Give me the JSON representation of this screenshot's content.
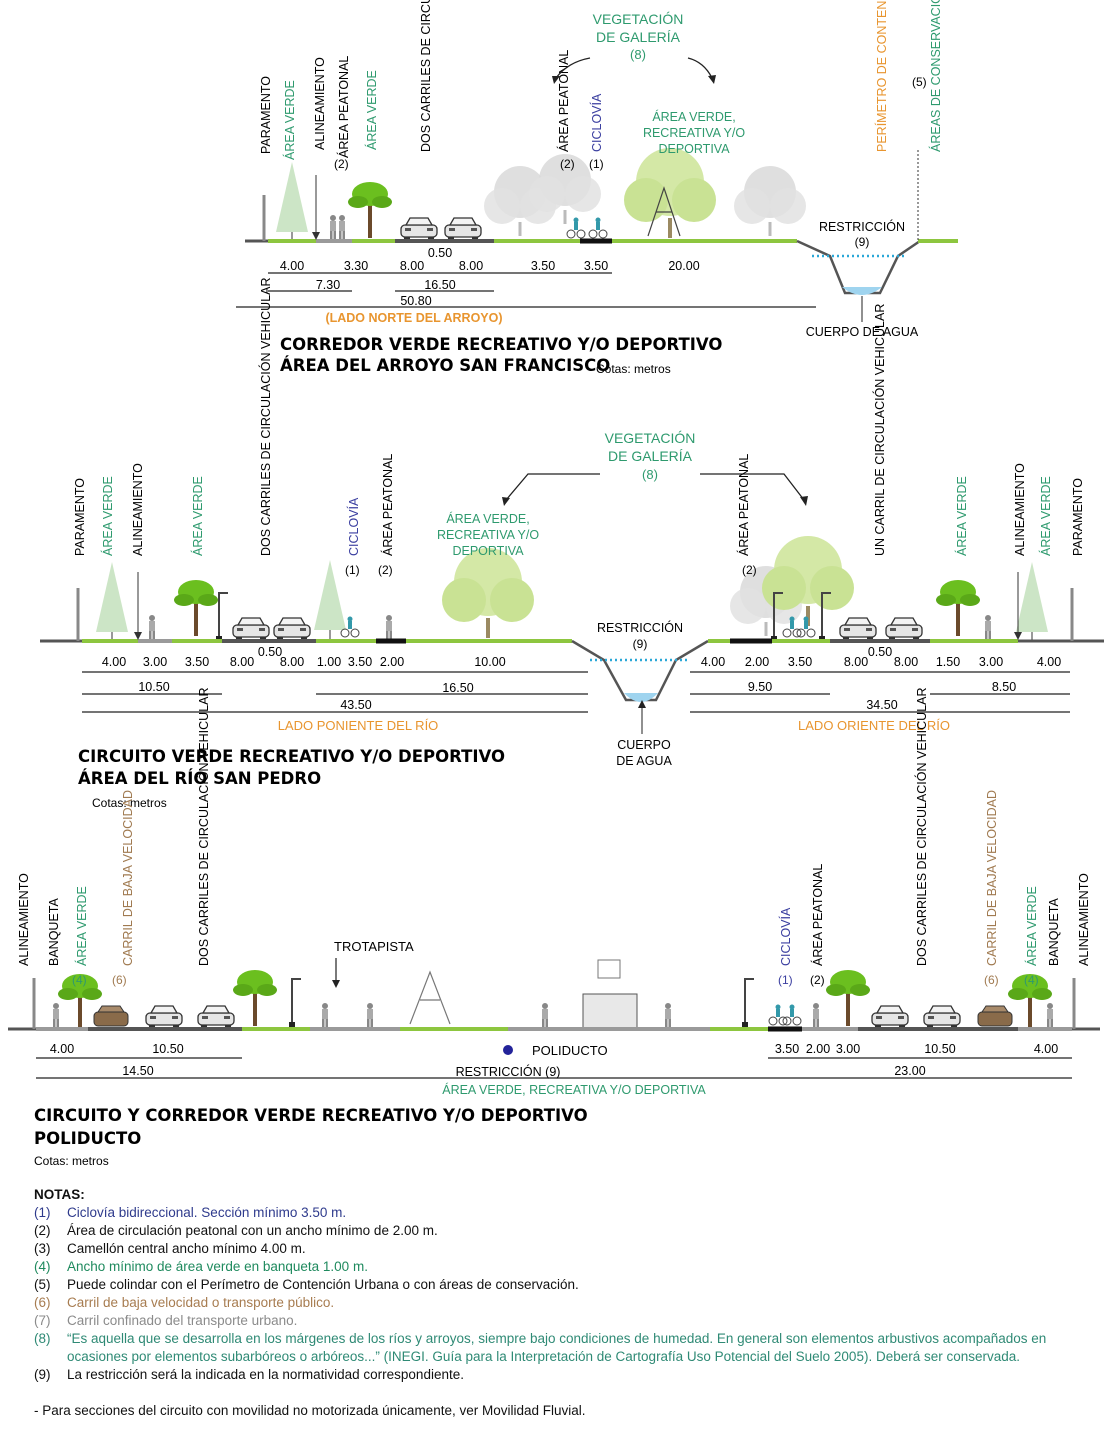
{
  "colors": {
    "green_label": "#2e9a6e",
    "orange": "#e8952f",
    "blue": "#3b3fa0",
    "brown": "#a07a50",
    "grey": "#9a9a9a",
    "grass": "#8dc63f",
    "water": "#9fd4ef",
    "dots": "#2aa7d7"
  },
  "s1": {
    "labels": {
      "paramento": "PARAMENTO",
      "area_verde1": "ÁREA VERDE",
      "alineamiento": "ALINEAMIENTO",
      "area_peatonal": "ÁREA PEATONAL",
      "n2a": "(2)",
      "area_verde2": "ÁREA VERDE",
      "dos_carriles": "DOS CARRILES DE CIRCULACIÓN VEHICULAR",
      "area_peatonal2": "ÁREA PEATONAL",
      "n2b": "(2)",
      "ciclovia": "CICLOVÍA",
      "n1": "(1)",
      "vegetacion": "VEGETACIÓN",
      "de_galeria": "DE GALERÍA",
      "n8": "(8)",
      "area_verde_rec": "ÁREA VERDE, RECREATIVA Y/O DEPORTIVA",
      "perimetro": "PERÍMETRO DE CONTENCIÓN URBANA",
      "n5": "(5)",
      "areas_cons": "ÁREAS DE CONSERVACIÓN",
      "restriccion": "RESTRICCIÓN",
      "n9": "(9)",
      "cuerpo": "CUERPO DE AGUA",
      "lado": "(LADO NORTE DEL ARROYO)"
    },
    "dims": [
      "4.00",
      "3.30",
      "8.00",
      "0.50",
      "8.00",
      "3.50",
      "3.50",
      "20.00",
      "7.30",
      "16.50",
      "50.80"
    ],
    "title1": "CORREDOR VERDE RECREATIVO Y/O DEPORTIVO",
    "title2": "ÁREA DEL ARROYO SAN FRANCISCO",
    "cotas": "Cotas: metros"
  },
  "s2": {
    "labels": {
      "paramento": "PARAMENTO",
      "area_verde1": "ÁREA VERDE",
      "alineamiento": "ALINEAMIENTO",
      "area_verde2": "ÁREA VERDE",
      "dos_carriles": "DOS CARRILES DE CIRCULACIÓN VEHICULAR",
      "ciclovia": "CICLOVÍA",
      "n1": "(1)",
      "area_peatonal": "ÁREA PEATONAL",
      "n2": "(2)",
      "vegetacion": "VEGETACIÓN",
      "de_galeria": "DE GALERÍA",
      "n8": "(8)",
      "area_verde_rec": "ÁREA VERDE, RECREATIVA Y/O DEPORTIVA",
      "area_peatonal_r": "ÁREA PEATONAL",
      "n2r": "(2)",
      "un_carril": "UN CARRIL DE CIRCULACIÓN VEHICULAR",
      "area_verde3": "ÁREA VERDE",
      "alineamiento2": "ALINEAMIENTO",
      "area_verde4": "ÁREA VERDE",
      "paramento2": "PARAMENTO",
      "restriccion": "RESTRICCIÓN",
      "n9": "(9)",
      "cuerpo1": "CUERPO",
      "cuerpo2": "DE AGUA",
      "lado_poniente": "LADO PONIENTE DEL RÍO",
      "lado_oriente": "LADO ORIENTE DEL RÍO"
    },
    "dims_left": [
      "4.00",
      "3.00",
      "3.50",
      "8.00",
      "0.50",
      "8.00",
      "1.00",
      "3.50",
      "2.00",
      "10.00",
      "10.50",
      "16.50",
      "43.50"
    ],
    "dims_right": [
      "4.00",
      "2.00",
      "3.50",
      "8.00",
      "0.50",
      "8.00",
      "1.50",
      "3.00",
      "4.00",
      "9.50",
      "8.50",
      "34.50"
    ],
    "title1": "CIRCUITO VERDE RECREATIVO Y/O DEPORTIVO",
    "title2": "ÁREA DEL RÍO SAN PEDRO",
    "cotas": "Cotas: metros"
  },
  "s3": {
    "labels": {
      "alineamiento": "ALINEAMIENTO",
      "banqueta": "BANQUETA",
      "area_verde": "ÁREA VERDE",
      "n4": "(4)",
      "carril_baja": "CARRIL DE BAJA VELOCIDAD",
      "n6": "(6)",
      "dos_carriles": "DOS CARRILES DE CIRCULACIÓN VEHICULAR",
      "trotapista": "TROTAPISTA",
      "ciclovia": "CICLOVÍA",
      "n1": "(1)",
      "area_peatonal": "ÁREA PEATONAL",
      "n2": "(2)",
      "dos_carriles_r": "DOS CARRILES DE CIRCULACIÓN VEHICULAR",
      "carril_baja_r": "CARRIL DE BAJA VELOCIDAD",
      "n6r": "(6)",
      "area_verde_r": "ÁREA VERDE",
      "n4r": "(4)",
      "banqueta_r": "BANQUETA",
      "alineamiento_r": "ALINEAMIENTO",
      "poliducto": "POLIDUCTO",
      "restriccion": "RESTRICCIÓN (9)",
      "area_verde_rec": "ÁREA VERDE, RECREATIVA Y/O DEPORTIVA"
    },
    "dims": [
      "4.00",
      "10.50",
      "14.50",
      "3.50",
      "2.00",
      "3.00",
      "10.50",
      "4.00",
      "23.00"
    ],
    "title1": "CIRCUITO Y CORREDOR VERDE RECREATIVO Y/O DEPORTIVO",
    "title2": "POLIDUCTO",
    "cotas": "Cotas: metros"
  },
  "notes": {
    "heading": "NOTAS:",
    "items": [
      {
        "num": "(1)",
        "text": "Ciclovía bidireccional. Sección mínimo 3.50 m.",
        "color": "blue"
      },
      {
        "num": "(2)",
        "text": "Área de circulación peatonal con un ancho mínimo de 2.00 m.",
        "color": "black"
      },
      {
        "num": "(3)",
        "text": "Camellón central ancho mínimo 4.00 m.",
        "color": "black"
      },
      {
        "num": "(4)",
        "text": "Ancho mínimo de área verde  en banqueta 1.00 m.",
        "color": "green"
      },
      {
        "num": "(5)",
        "text": "Puede colindar con el Perímetro de Contención Urbana o con áreas de conservación.",
        "color": "black"
      },
      {
        "num": "(6)",
        "text": "Carril de baja velocidad o transporte público.",
        "color": "brown"
      },
      {
        "num": "(7)",
        "text": "Carril confinado del transporte urbano.",
        "color": "grey"
      },
      {
        "num": "(8)",
        "text": "“Es aquella que se desarrolla en los márgenes de los ríos y arroyos, siempre bajo condiciones de humedad. En general son elementos arbustivos acompañados en ocasiones por elementos subarbóreos o arbóreos...” (INEGI. Guía para la Interpretación de Cartografía Uso Potencial del Suelo 2005). Deberá ser conservada.",
        "color": "teal"
      },
      {
        "num": "(9)",
        "text": "La restricción será la indicada en la normatividad correspondiente.",
        "color": "black"
      }
    ],
    "footer": "- Para secciones del circuito con movilidad no motorizada únicamente, ver Movilidad Fluvial."
  }
}
